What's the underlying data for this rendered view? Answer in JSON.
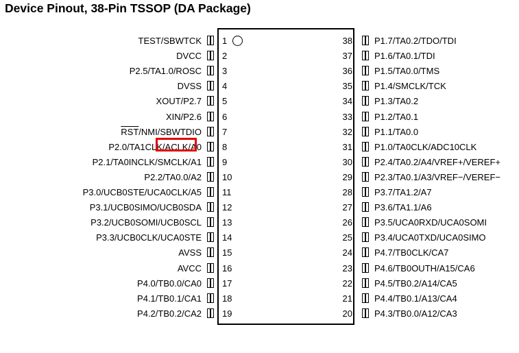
{
  "title": "Device Pinout, 38-Pin TSSOP (DA Package)",
  "left_pins": [
    {
      "num": "1",
      "name": "TEST/SBWTCK"
    },
    {
      "num": "2",
      "name": "DVCC"
    },
    {
      "num": "3",
      "name": "P2.5/TA1.0/ROSC"
    },
    {
      "num": "4",
      "name": "DVSS"
    },
    {
      "num": "5",
      "name": "XOUT/P2.7"
    },
    {
      "num": "6",
      "name": "XIN/P2.6"
    },
    {
      "num": "7",
      "name_overline": "RST",
      "name": "/NMI/SBWTDIO"
    },
    {
      "num": "8",
      "name": "P2.0/TA1CLK/ACLK/A0"
    },
    {
      "num": "9",
      "name": "P2.1/TA0INCLK/SMCLK/A1"
    },
    {
      "num": "10",
      "name": "P2.2/TA0.0/A2"
    },
    {
      "num": "11",
      "name": "P3.0/UCB0STE/UCA0CLK/A5"
    },
    {
      "num": "12",
      "name": "P3.1/UCB0SIMO/UCB0SDA"
    },
    {
      "num": "13",
      "name": "P3.2/UCB0SOMI/UCB0SCL"
    },
    {
      "num": "14",
      "name": "P3.3/UCB0CLK/UCA0STE"
    },
    {
      "num": "15",
      "name": "AVSS"
    },
    {
      "num": "16",
      "name": "AVCC"
    },
    {
      "num": "17",
      "name": "P4.0/TB0.0/CA0"
    },
    {
      "num": "18",
      "name": "P4.1/TB0.1/CA1"
    },
    {
      "num": "19",
      "name": "P4.2/TB0.2/CA2"
    }
  ],
  "right_pins": [
    {
      "num": "38",
      "name": "P1.7/TA0.2/TDO/TDI"
    },
    {
      "num": "37",
      "name": "P1.6/TA0.1/TDI"
    },
    {
      "num": "36",
      "name": "P1.5/TA0.0/TMS"
    },
    {
      "num": "35",
      "name": "P1.4/SMCLK/TCK"
    },
    {
      "num": "34",
      "name": "P1.3/TA0.2"
    },
    {
      "num": "33",
      "name": "P1.2/TA0.1"
    },
    {
      "num": "32",
      "name": "P1.1/TA0.0"
    },
    {
      "num": "31",
      "name": "P1.0/TA0CLK/ADC10CLK"
    },
    {
      "num": "30",
      "name": "P2.4/TA0.2/A4/VREF+/VEREF+"
    },
    {
      "num": "29",
      "name": "P2.3/TA0.1/A3/VREF−/VEREF−"
    },
    {
      "num": "28",
      "name": "P3.7/TA1.2/A7"
    },
    {
      "num": "27",
      "name": "P3.6/TA1.1/A6"
    },
    {
      "num": "26",
      "name": "P3.5/UCA0RXD/UCA0SOMI"
    },
    {
      "num": "25",
      "name": "P3.4/UCA0TXD/UCA0SIMO"
    },
    {
      "num": "24",
      "name": "P4.7/TB0CLK/CA7"
    },
    {
      "num": "23",
      "name": "P4.6/TB0OUTH/A15/CA6"
    },
    {
      "num": "22",
      "name": "P4.5/TB0.2/A14/CA5"
    },
    {
      "num": "21",
      "name": "P4.4/TB0.1/A13/CA4"
    },
    {
      "num": "20",
      "name": "P4.3/TB0.0/A12/CA3"
    }
  ],
  "highlight_color": "#e00000"
}
